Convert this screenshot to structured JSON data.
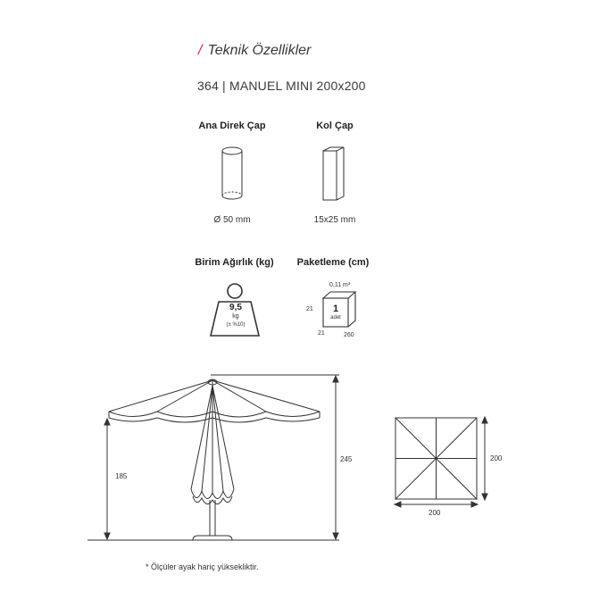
{
  "header": {
    "slash": "/",
    "title": "Teknik Özellikler"
  },
  "model": {
    "name": "364 | MANUEL MINI 200x200"
  },
  "specs": {
    "pole": {
      "title": "Ana Direk Çap",
      "value": "Ø 50 mm"
    },
    "arm": {
      "title": "Kol Çap",
      "value": "15x25 mm"
    },
    "weight": {
      "title": "Birim Ağırlık (kg)",
      "value": "9,5",
      "unit": "kg",
      "tolerance": "(± %10)"
    },
    "packaging": {
      "title": "Paketleme (cm)",
      "volume": "0,11 m³",
      "count": "1",
      "count_unit": "adet",
      "height": "21",
      "depth": "21",
      "length": "260"
    }
  },
  "umbrella_side": {
    "height_open": "185",
    "height_total": "245"
  },
  "umbrella_top": {
    "width": "200",
    "depth": "200"
  },
  "footnote": "* Ölçüler ayak hariç yüksekliktir.",
  "colors": {
    "accent": "#d0282e",
    "line": "#333333"
  }
}
